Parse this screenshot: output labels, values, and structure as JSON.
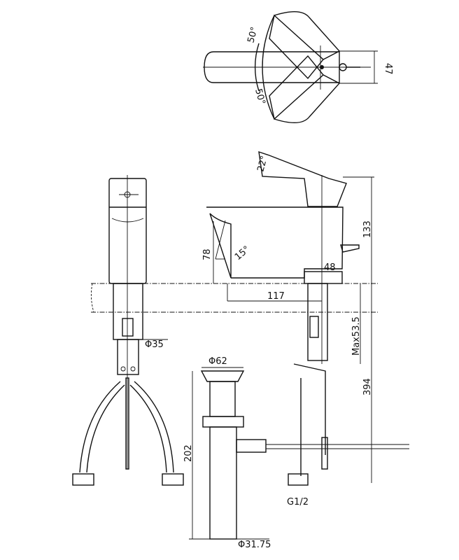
{
  "top_view": {
    "angle_upper": "50°",
    "angle_lower": "50°",
    "height": "47"
  },
  "side_view": {
    "handle_angle": "22°",
    "spout_height": "78",
    "spout_angle": "15°",
    "total_height": "133",
    "base_width": "48",
    "spout_reach": "117",
    "max_deck_thickness": "Max53.5",
    "overall_length": "394"
  },
  "front_view": {
    "shank_diameter": "Φ35"
  },
  "drain": {
    "top_diameter": "Φ62",
    "length": "202",
    "pipe_diameter": "Φ31.75"
  },
  "connection": {
    "thread": "G1/2"
  }
}
